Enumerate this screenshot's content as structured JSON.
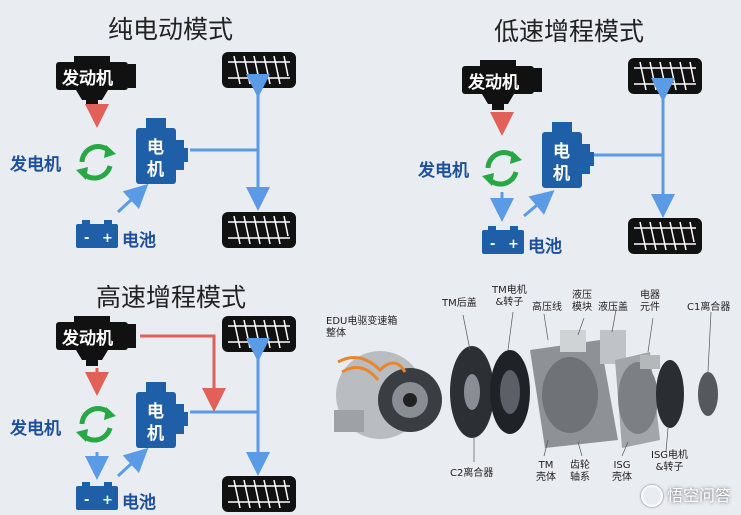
{
  "panels": {
    "pure_electric": {
      "title": "纯电动模式",
      "engine": "发动机",
      "generator": "发电机",
      "motor": "电机",
      "battery": "电池"
    },
    "low_speed_range": {
      "title": "低速增程模式",
      "engine": "发动机",
      "generator": "发电机",
      "motor": "电机",
      "battery": "电池"
    },
    "high_speed_range": {
      "title": "高速增程模式",
      "engine": "发动机",
      "generator": "发电机",
      "motor": "电机",
      "battery": "电池"
    }
  },
  "edu": {
    "caption": "EDU电驱变速箱\n整体",
    "parts": {
      "tm_rear_cover": "TM后盖",
      "tm_motor_rotor": "TM电机\n&转子",
      "hv_line": "高压线",
      "hyd_module": "液压\n模块",
      "hyd_cover": "液压盖",
      "elec_parts": "电器\n元件",
      "c1_clutch": "C1离合器",
      "c2_clutch": "C2离合器",
      "tm_housing": "TM\n壳体",
      "gear_shaft": "齿轮\n轴系",
      "isg_housing": "ISG\n壳体",
      "isg_motor_rotor": "ISG电机\n&转子"
    }
  },
  "watermark": "悟空问答",
  "colors": {
    "blue": "#5b9be6",
    "red": "#e2605a",
    "green": "#27a844",
    "device": "#1f5fa8"
  }
}
